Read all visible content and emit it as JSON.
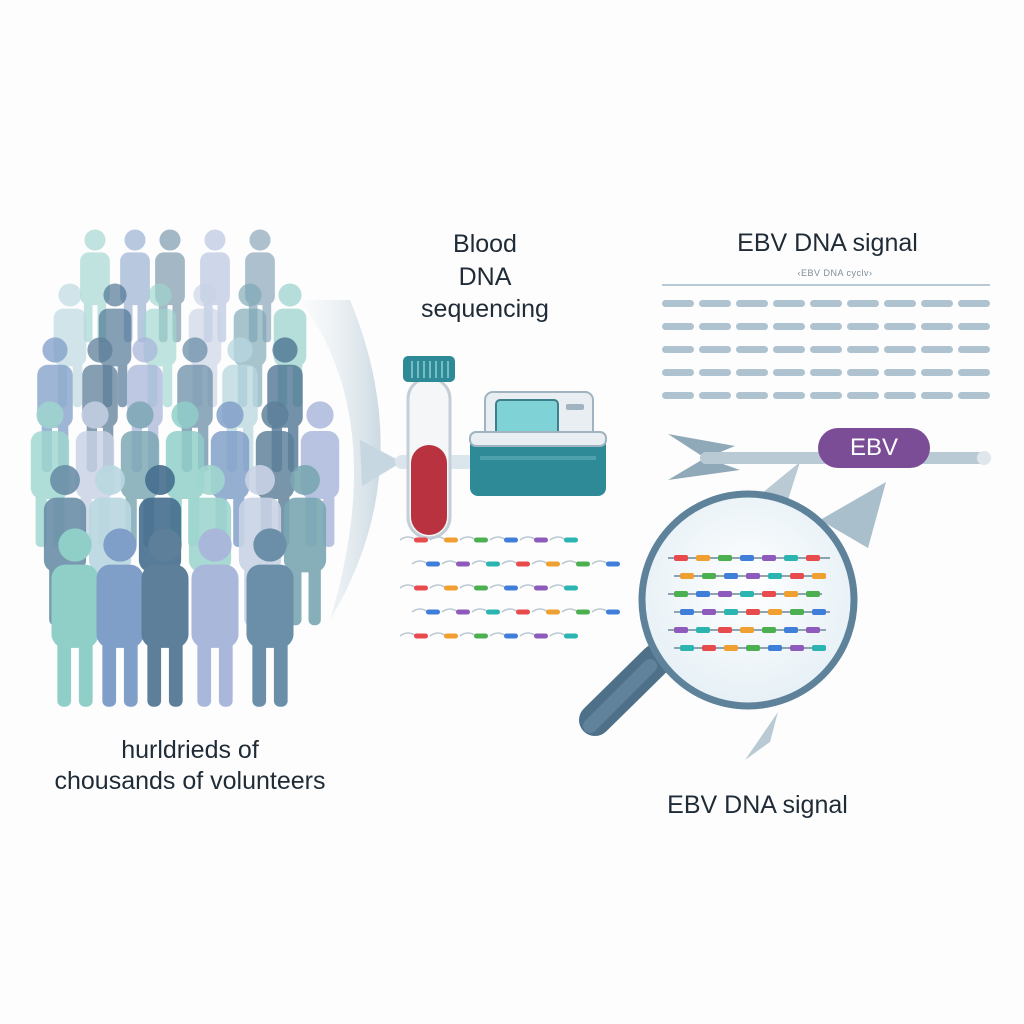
{
  "volunteers": {
    "caption_line1": "hurldrieds of",
    "caption_line2": "chousands of volunteers",
    "palette": [
      "#8fcfc8",
      "#7f9ec8",
      "#5d7f99",
      "#a9b7db",
      "#6b8fa8",
      "#b9d7e0",
      "#466f8f",
      "#9fd6cf",
      "#c9d3e6",
      "#7aa7b3"
    ]
  },
  "sequencing": {
    "title_line1": "Blood",
    "title_line2": "DNA",
    "title_line3": "sequencing",
    "tube_color": "#b8323f",
    "machine_color": "#2f8a98",
    "screen_color": "#7fd3d6"
  },
  "ebv_signal": {
    "top_title": "EBV DNA signal",
    "tiny_text": "‹EBV DNA cyclv›",
    "pill_label": "EBV",
    "pill_color": "#7a4d96",
    "bottom_title": "EBV DNA signal",
    "fragment_colors": [
      "#e84b4b",
      "#f0a030",
      "#4caf50",
      "#3f7fd9",
      "#8e5bbd",
      "#2cb5b0"
    ]
  },
  "icons": {
    "magnifier": "magnifier-icon",
    "blood_tube": "blood-tube-icon",
    "sequencer": "sequencer-machine-icon"
  }
}
